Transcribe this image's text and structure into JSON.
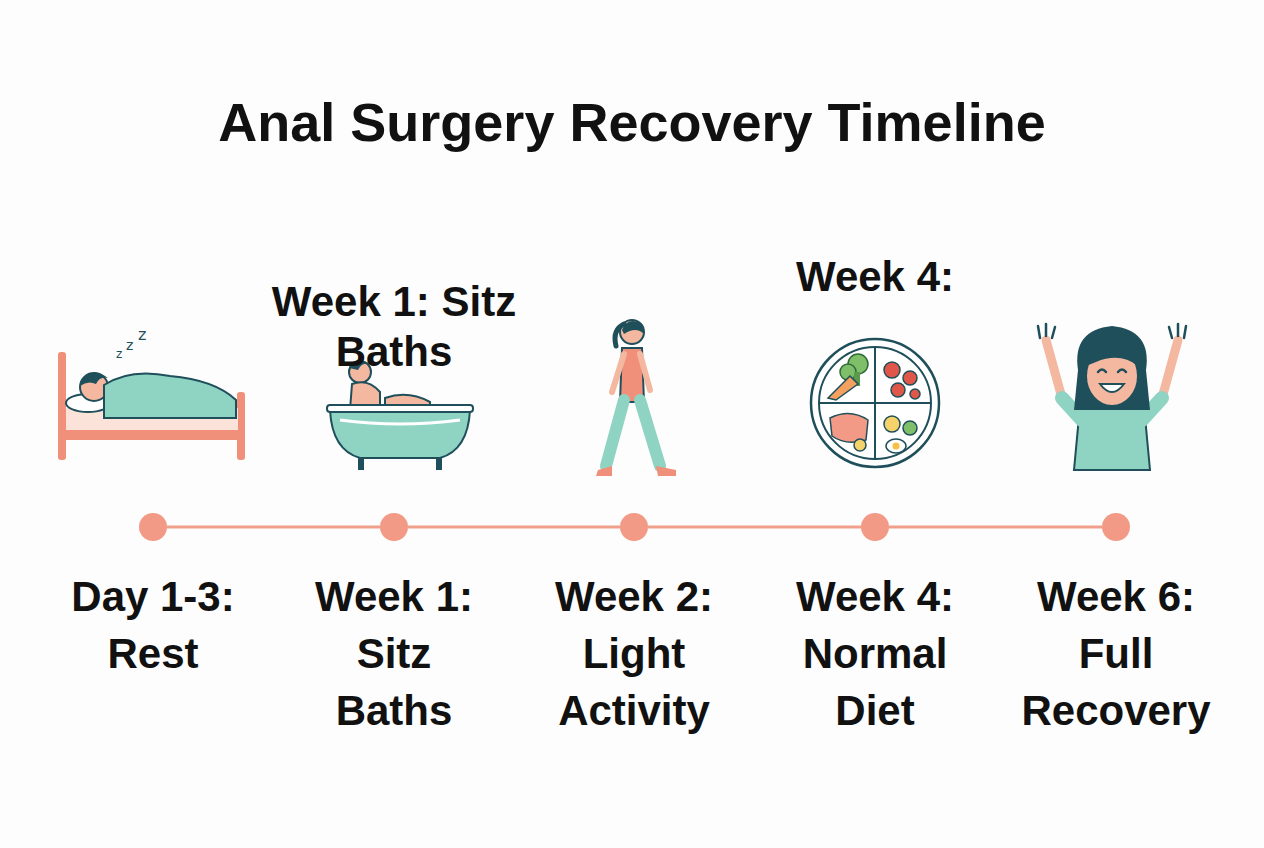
{
  "diagram": {
    "title": "Anal Surgery Recovery Timeline",
    "nodes": [
      {
        "text": [
          "Day 1-3: Rest"
        ]
      },
      {
        "text": [
          "Week 1: Sitz Baths"
        ]
      },
      {
        "text": [
          "Week 2: Light Activity"
        ]
      },
      {
        "text": [
          "Week 4: Normal Diet"
        ]
      },
      {
        "text": [
          "Week 6: Full Recovery"
        ]
      }
    ],
    "edges": [
      {
        "from": 0,
        "to": 1,
        "arrow": "none"
      },
      {
        "from": 1,
        "to": 2,
        "arrow": "none"
      },
      {
        "from": 2,
        "to": 3,
        "arrow": "none"
      },
      {
        "from": 3,
        "to": 4,
        "arrow": "none"
      }
    ],
    "labels": [
      "Week 1: Sitz Baths",
      "Week 4:"
    ]
  }
}
